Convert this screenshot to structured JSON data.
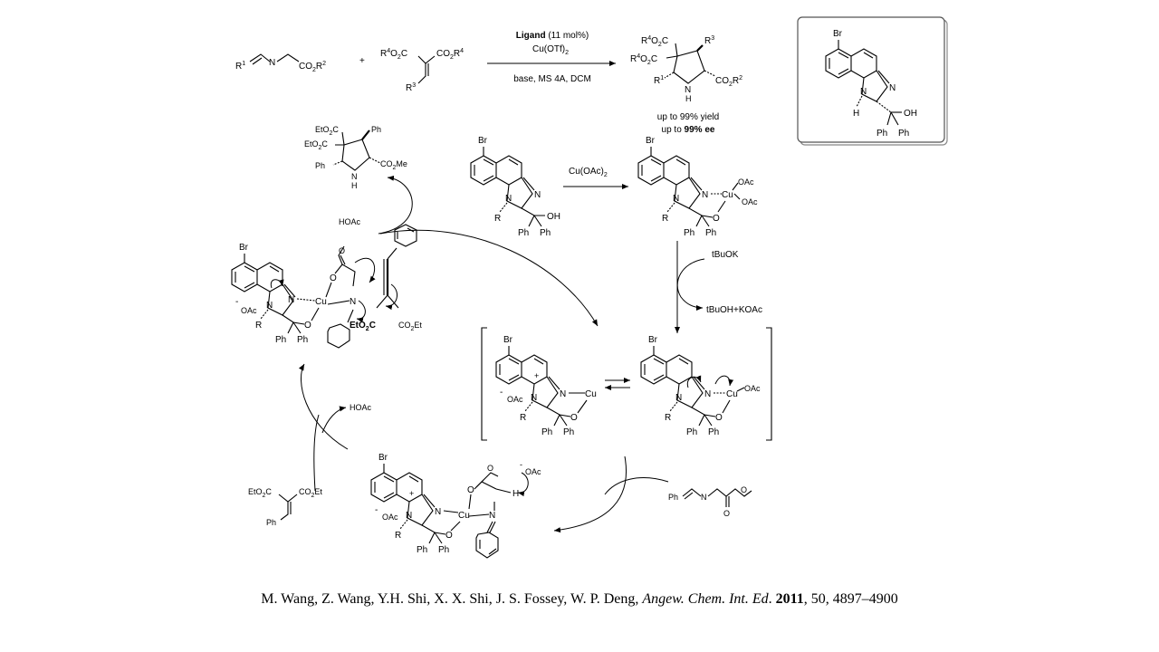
{
  "scheme": {
    "top_reaction": {
      "reactant_imine": "R1 N CO2R2",
      "plus_sign": "+",
      "reactant_alkene": "R4O2C CO2R4 R3",
      "conditions_line1_bold": "Ligand",
      "conditions_line1_rest": " (11 mol%)",
      "conditions_line2": "Cu(OTf)2",
      "conditions_line3": "base, MS 4A, DCM",
      "product": "R4O2C R4O2C R3 R1 N H CO2R2",
      "yield_line": "up to 99% yield",
      "ee_prefix": "up to ",
      "ee_value": "99% ee"
    },
    "ligand_box": {
      "substituent_br": "Br",
      "atoms": "N N H OH Ph Ph"
    },
    "cycle_labels": {
      "cu_oac2": "Cu(OAc)2",
      "tbuok": "tBuOK",
      "tbuoh_koac": "tBuOH+KOAc",
      "hoac_top": "HOAc",
      "hoac_left": "HOAc",
      "product_top": "EtO2C EtO2C Ph Ph N H CO2Me",
      "imine_reagent": "Ph N O O",
      "alkene_reagent": "EtO2C CO2Et Ph"
    },
    "atom_labels": {
      "br": "Br",
      "n": "N",
      "cu": "Cu",
      "o": "O",
      "oac": "OAc",
      "r": "R",
      "ph": "Ph",
      "h": "H",
      "oh": "OH",
      "plus": "+",
      "minus": "-",
      "eto2c": "EtO2C",
      "co2et": "CO2Et",
      "co2me": "CO2Me"
    }
  },
  "citation": {
    "authors": "M. Wang, Z. Wang, Y.H. Shi, X. X. Shi, J. S. Fossey, W. P. Deng, ",
    "journal": "Angew. Chem. Int. Ed",
    "sep1": ". ",
    "year": "2011",
    "rest": ", 50, 4897–4900"
  }
}
